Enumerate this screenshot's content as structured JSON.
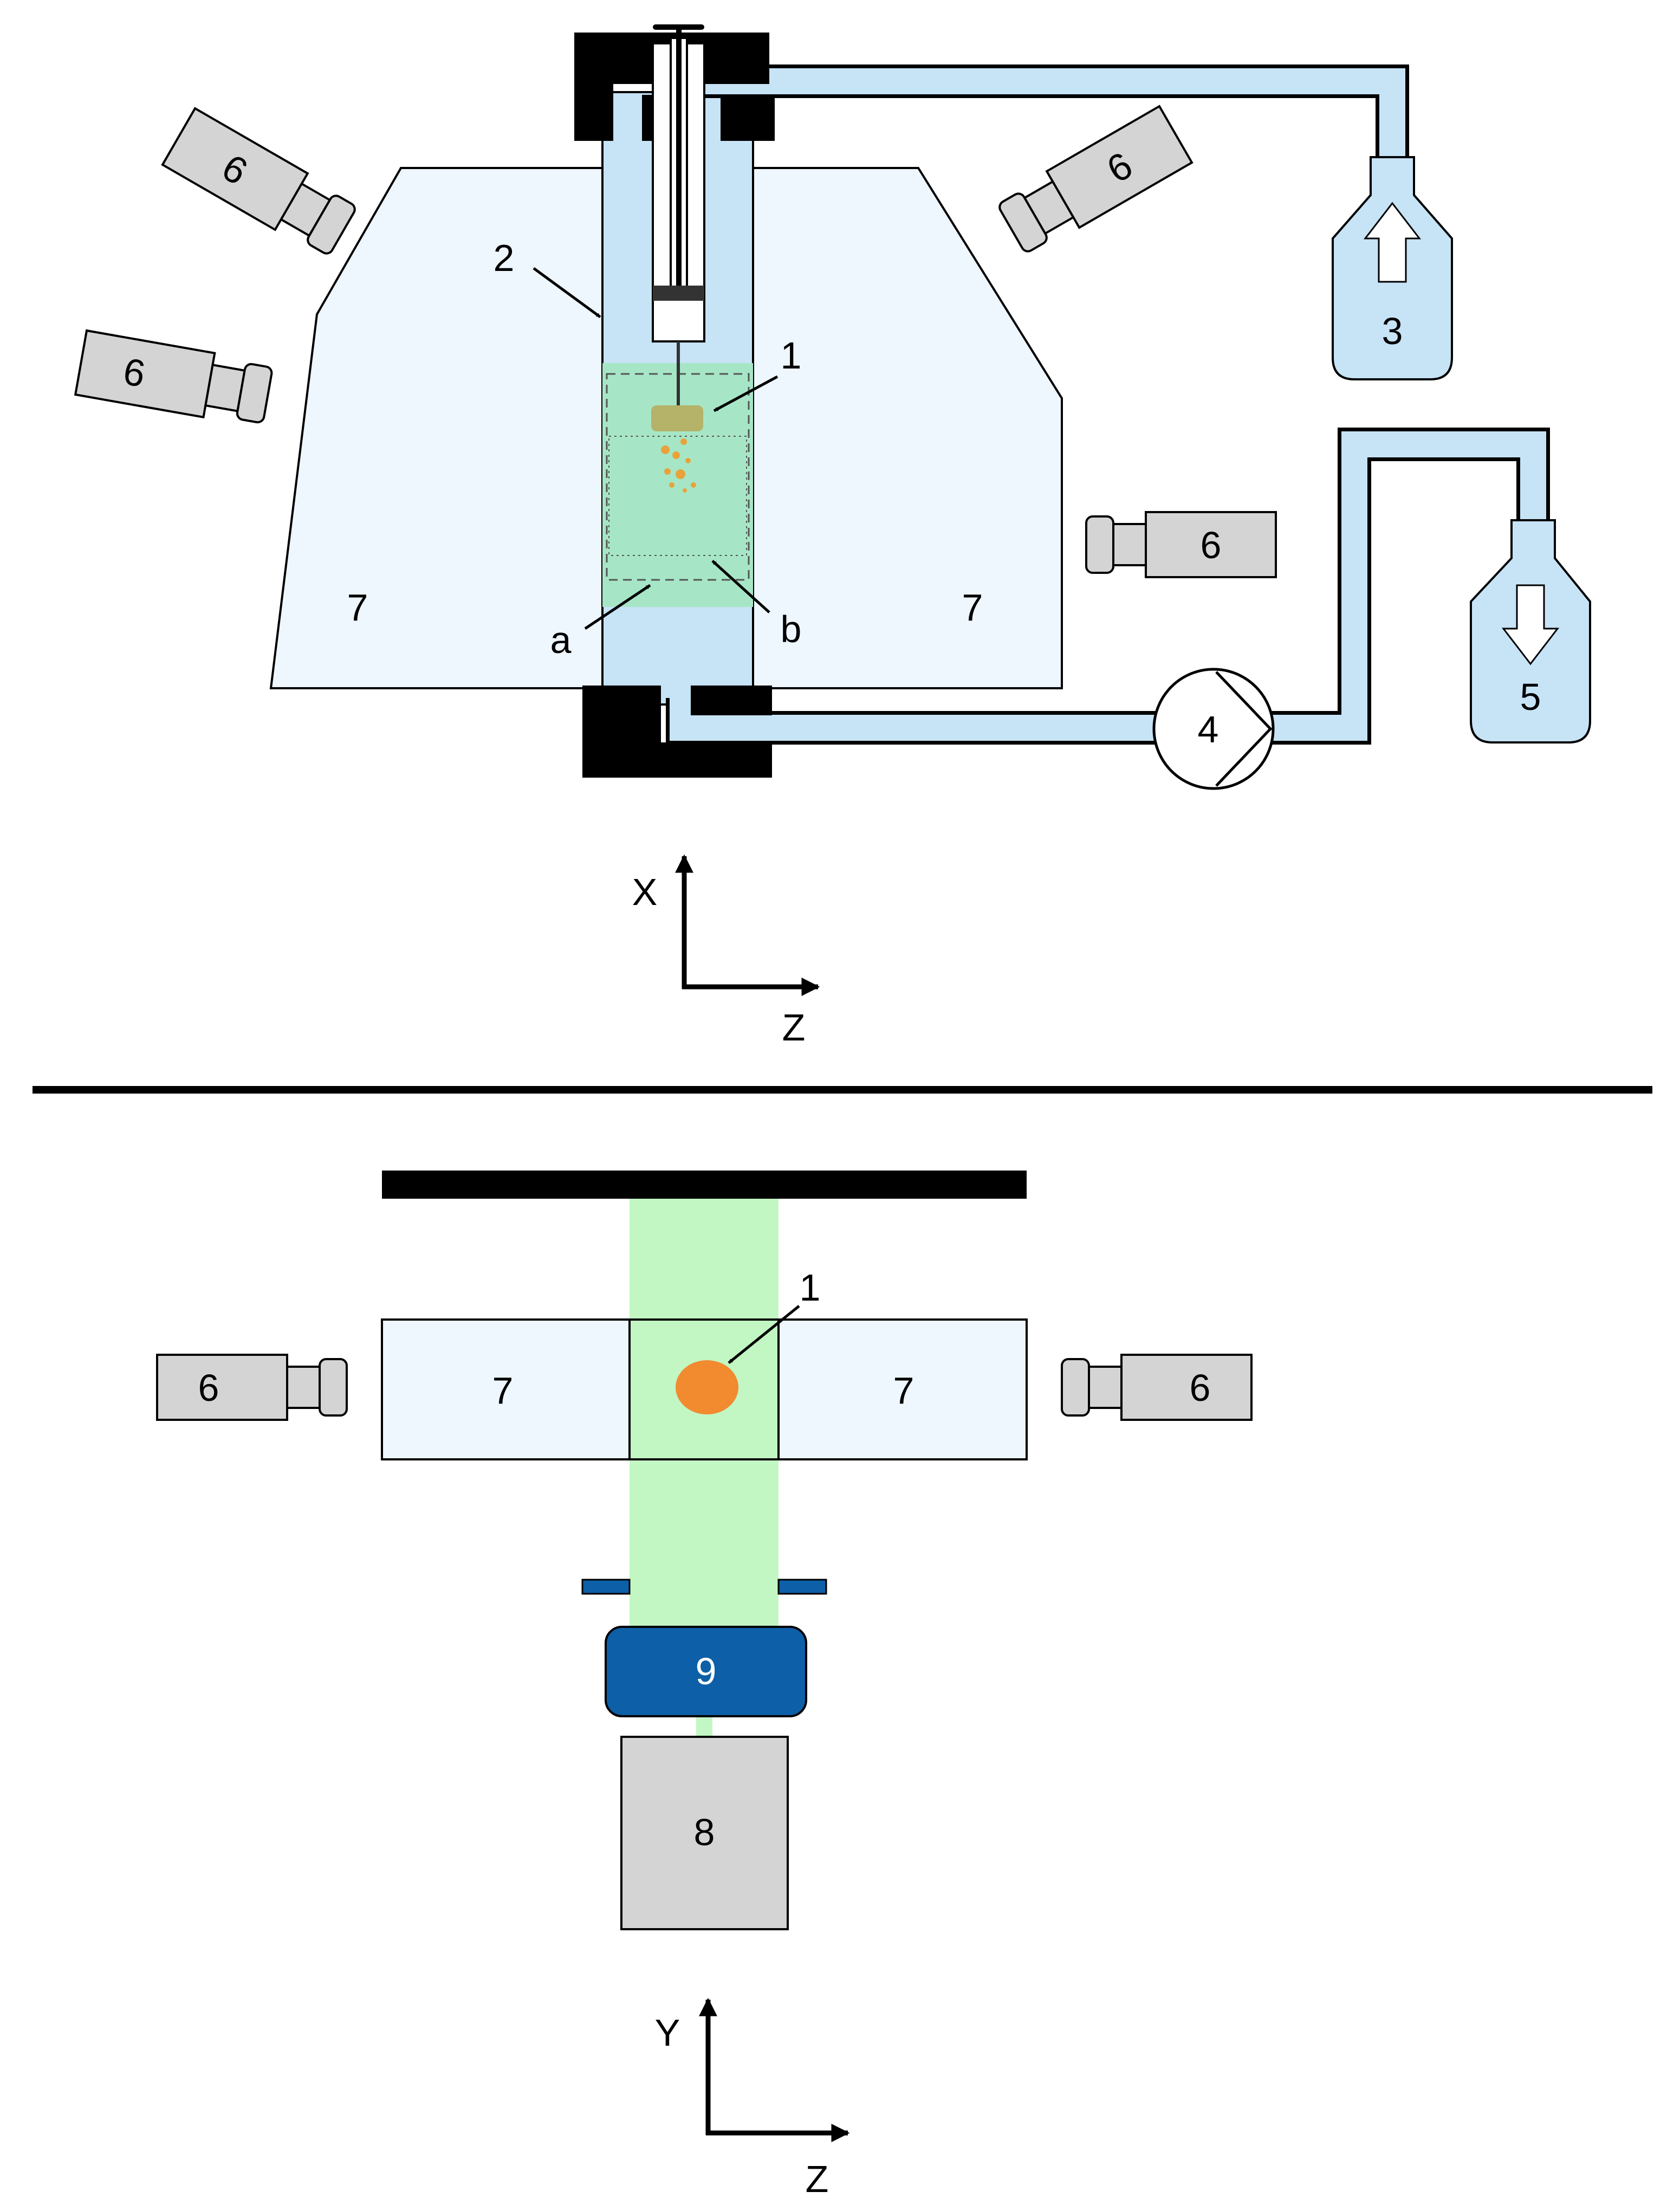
{
  "labels": {
    "sample": "1",
    "column": "2",
    "inlet_reservoir": "3",
    "pump": "4",
    "outlet_reservoir": "5",
    "camera": "6",
    "prism": "7",
    "light_source": "8",
    "lens": "9",
    "region_a": "a",
    "region_b": "b"
  },
  "axes_top": {
    "vertical": "X",
    "horizontal": "Z"
  },
  "axes_bottom": {
    "vertical": "Y",
    "horizontal": "Z"
  },
  "colors": {
    "liquid": "#c7e3f6",
    "prism": "#eef6fe",
    "beam": "#c2f7c4",
    "beam_in_column": "#a6e6c6",
    "camera": "#d4d4d4",
    "clamp": "#000000",
    "sample": "#f28a30",
    "lens": "#0d5fa7",
    "stage": "#000000"
  }
}
